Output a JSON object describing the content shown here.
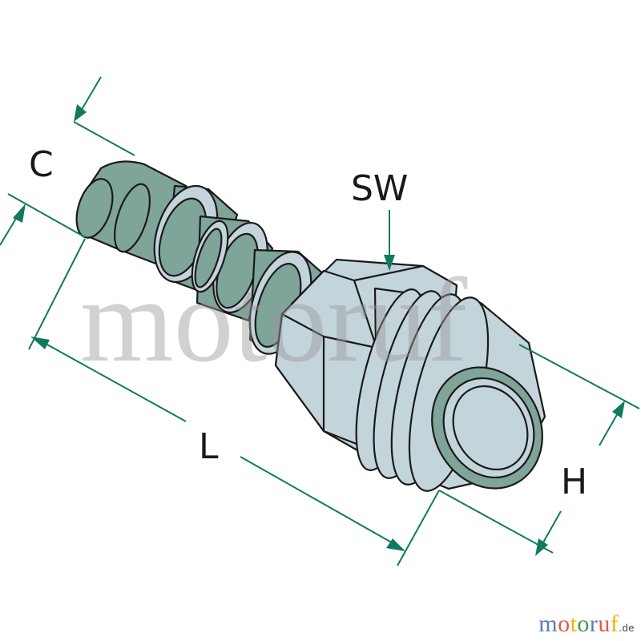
{
  "diagram": {
    "labels": {
      "c": "C",
      "l": "L",
      "sw": "SW",
      "h": "H"
    },
    "watermark": "motoruf",
    "logo": {
      "letters": [
        {
          "ch": "m",
          "color": "#5a7bb8"
        },
        {
          "ch": "o",
          "color": "#e05a4a"
        },
        {
          "ch": "t",
          "color": "#f0b400"
        },
        {
          "ch": "o",
          "color": "#3f9a4a"
        },
        {
          "ch": "r",
          "color": "#5a7bb8"
        },
        {
          "ch": "u",
          "color": "#e05a4a"
        },
        {
          "ch": "f",
          "color": "#f0b400"
        }
      ],
      "suffix": ".de"
    },
    "colors": {
      "dimension_line": "#0f7a5e",
      "part_dark": "#7fa49a",
      "part_light": "#c4d4db",
      "outline": "#1a1a1a"
    }
  }
}
